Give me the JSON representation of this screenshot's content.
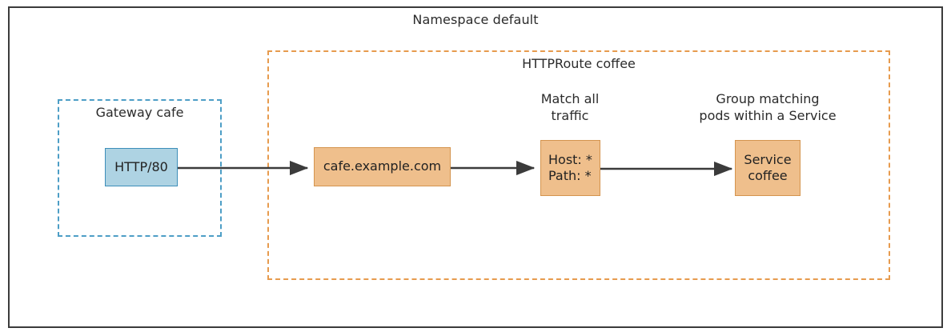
{
  "diagram": {
    "namespace": {
      "title": "Namespace default"
    },
    "gateway_group": {
      "title": "Gateway cafe",
      "accent": "#4d9ec6"
    },
    "httproute_group": {
      "title": "HTTPRoute coffee",
      "accent": "#e79b4e"
    },
    "nodes": {
      "listener": {
        "label": "HTTP/80",
        "fill": "#aed3e3",
        "stroke": "#3d8eb9"
      },
      "hostname": {
        "label": "cafe.example.com",
        "fill": "#efbf8c",
        "stroke": "#d4944e"
      },
      "match": {
        "label": "Host: *\nPath: *",
        "fill": "#efbf8c",
        "stroke": "#d4944e"
      },
      "backend": {
        "label": "Service\ncoffee",
        "fill": "#efbf8c",
        "stroke": "#d4944e"
      }
    },
    "annotations": {
      "match_note": "Match all\ntraffic",
      "service_note": "Group matching\npods within a Service"
    },
    "edges": [
      {
        "name": "listener-to-hostname",
        "from": "HTTP/80",
        "to": "cafe.example.com"
      },
      {
        "name": "hostname-to-match",
        "from": "cafe.example.com",
        "to": "Host: * / Path: *"
      },
      {
        "name": "match-to-backend",
        "from": "Host: * / Path: *",
        "to": "Service coffee"
      }
    ],
    "edge_color": "#3b3b3b"
  }
}
